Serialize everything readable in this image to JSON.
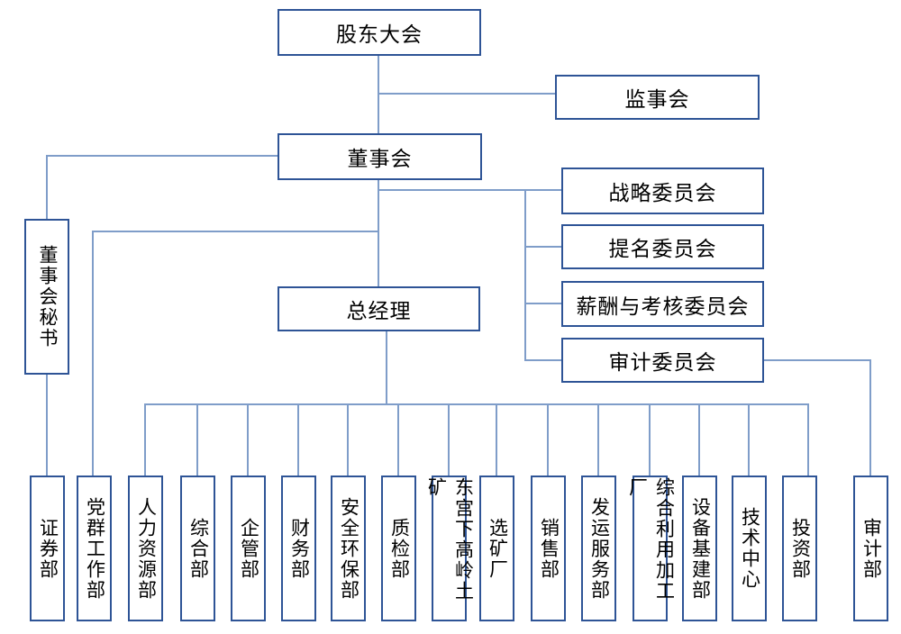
{
  "diagram": {
    "type": "org-chart",
    "nodes": {
      "shareholders_meeting": "股东大会",
      "supervisory_board": "监事会",
      "board_of_directors": "董事会",
      "board_secretary": "董事会秘书",
      "general_manager": "总经理"
    },
    "committees": [
      "战略委员会",
      "提名委员会",
      "薪酬与考核委员会",
      "审计委员会"
    ],
    "departments": [
      "证券部",
      "党群工作部",
      "人力资源部",
      "综合部",
      "企管部",
      "财务部",
      "安全环保部",
      "质检部",
      "东宫下高岭土矿",
      "选矿厂",
      "销售部",
      "发运服务部",
      "综合利用加工厂",
      "设备基建部",
      "技术中心",
      "投资部",
      "审计部"
    ],
    "edges": [
      {
        "from": "股东大会",
        "to": "董事会"
      },
      {
        "from": "股东大会",
        "to": "监事会"
      },
      {
        "from": "董事会",
        "to": "董事会秘书"
      },
      {
        "from": "董事会",
        "to": "总经理"
      },
      {
        "from": "董事会",
        "to": "战略委员会"
      },
      {
        "from": "董事会",
        "to": "提名委员会"
      },
      {
        "from": "董事会",
        "to": "薪酬与考核委员会"
      },
      {
        "from": "董事会",
        "to": "审计委员会"
      },
      {
        "from": "董事会秘书",
        "to": "证券部"
      },
      {
        "from": "董事会",
        "to": "党群工作部"
      },
      {
        "from": "总经理",
        "to": "人力资源部"
      },
      {
        "from": "总经理",
        "to": "综合部"
      },
      {
        "from": "总经理",
        "to": "企管部"
      },
      {
        "from": "总经理",
        "to": "财务部"
      },
      {
        "from": "总经理",
        "to": "安全环保部"
      },
      {
        "from": "总经理",
        "to": "质检部"
      },
      {
        "from": "总经理",
        "to": "东宫下高岭土矿"
      },
      {
        "from": "总经理",
        "to": "选矿厂"
      },
      {
        "from": "总经理",
        "to": "销售部"
      },
      {
        "from": "总经理",
        "to": "发运服务部"
      },
      {
        "from": "总经理",
        "to": "综合利用加工厂"
      },
      {
        "from": "总经理",
        "to": "设备基建部"
      },
      {
        "from": "总经理",
        "to": "技术中心"
      },
      {
        "from": "总经理",
        "to": "投资部"
      },
      {
        "from": "审计委员会",
        "to": "审计部"
      }
    ]
  },
  "colors": {
    "box_border": "#2e5496",
    "connector_line": "#7f9dc9",
    "text": "#000000",
    "background": "#ffffff"
  }
}
